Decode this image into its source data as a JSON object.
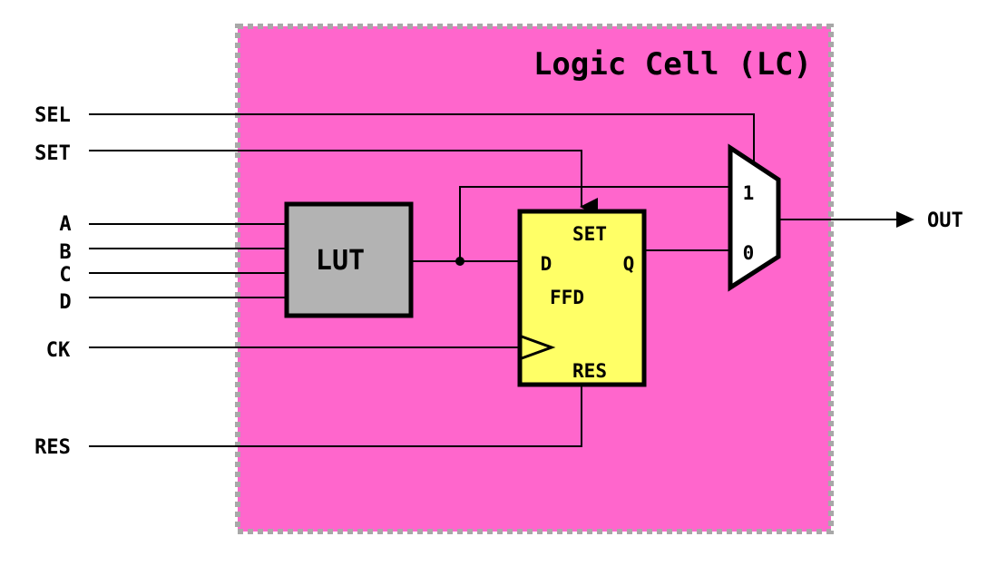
{
  "diagram": {
    "title": "Logic Cell (LC)",
    "inputs": {
      "sel": "SEL",
      "set": "SET",
      "a": "A",
      "b": "B",
      "c": "C",
      "d": "D",
      "ck": "CK",
      "res": "RES"
    },
    "output": "OUT",
    "lut": {
      "label": "LUT"
    },
    "flipflop": {
      "name": "FFD",
      "set_pin": "SET",
      "reset_pin": "RES",
      "d_pin": "D",
      "q_pin": "Q"
    },
    "mux": {
      "input_1": "1",
      "input_0": "0"
    }
  },
  "colors": {
    "cell_fill": "#ff66cc",
    "cell_border": "#a8a8a8",
    "lut_fill": "#b3b3b3",
    "flipflop_fill": "#ffff66",
    "mux_fill": "#ffffff",
    "wire": "#000000"
  }
}
